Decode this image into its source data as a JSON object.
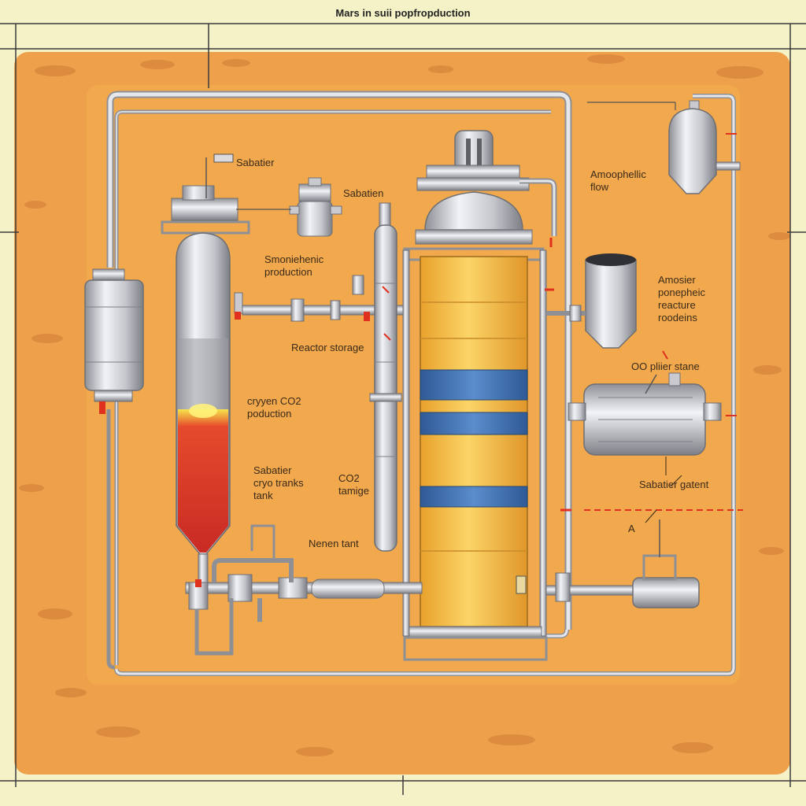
{
  "title": "Mars in suii popfropduction",
  "labels": {
    "sabatier_top": "Sabatier",
    "sabatier_valve": "Sabatien",
    "atmospheric_flow": "Amoophellic\nflow",
    "smoniehenic": "Smoniehenic\nproduction",
    "amosier": "Amosier\nponepheic\nreacture\nroodeins",
    "reactor_storage": "Reactor storage",
    "co_stane": "OO  pliier stane",
    "cryo_co2": "cryyen CO2\npoduction",
    "sabatier_cryo": "Sabatier\ncryo tranks\ntank",
    "co2_tank": "CO2\ntamige",
    "sabatier_gatent": "Sabatier gatent",
    "a_marker": "A",
    "nenen_tant": "Nenen tant"
  },
  "colors": {
    "mars_ground": "#eea04a",
    "inner_panel": "#f2a84c",
    "pipe": "#c9c9cf",
    "pipe_dark": "#8f9096",
    "tank_red": "#d9342b",
    "reactor_yellow": "#f5c242",
    "reactor_blue": "#3d6fb3",
    "marker_red": "#e0301e"
  }
}
